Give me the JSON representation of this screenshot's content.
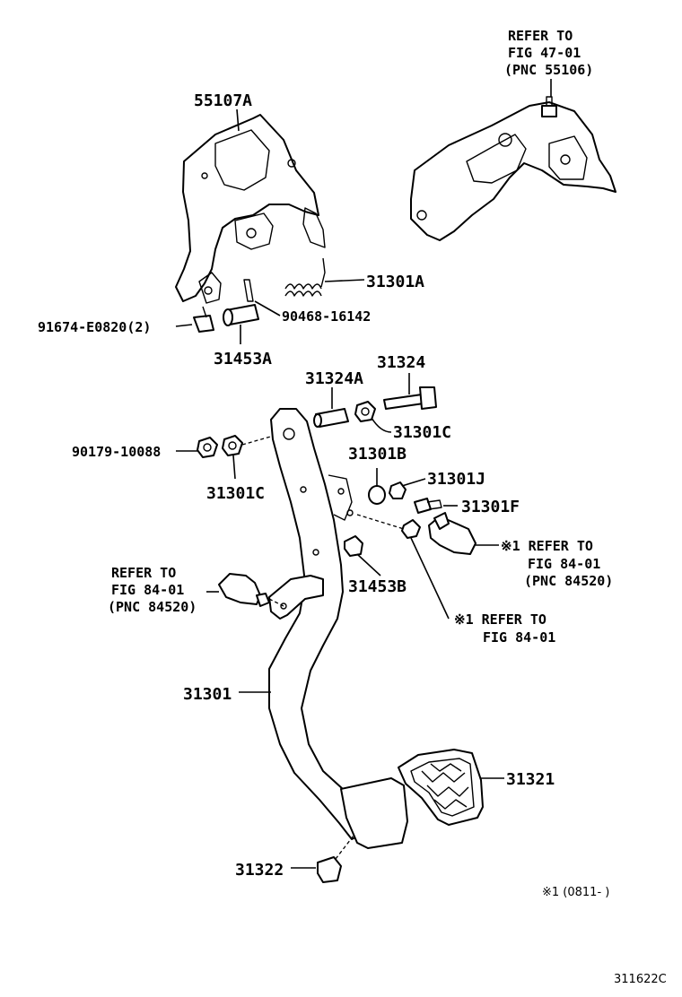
{
  "labels": {
    "p55107A": "55107A",
    "refer_top_1": "REFER TO",
    "refer_top_2": "FIG 47-01",
    "refer_top_3": "(PNC 55106)",
    "p31301A": "31301A",
    "p91674": "91674-E0820(2)",
    "p90468": "90468-16142",
    "p31453A": "31453A",
    "p31324A": "31324A",
    "p31324": "31324",
    "p31301C_top": "31301C",
    "p90179": "90179-10088",
    "p31301B": "31301B",
    "p31301C_left": "31301C",
    "p31301J": "31301J",
    "p31301F": "31301F",
    "refer_r1_1": "※1 REFER TO",
    "refer_r1_2": "FIG 84-01",
    "refer_r1_3": "(PNC 84520)",
    "refer_l_1": "REFER TO",
    "refer_l_2": "FIG 84-01",
    "refer_l_3": "(PNC 84520)",
    "p31453B": "31453B",
    "refer_r2_1": "※1 REFER TO",
    "refer_r2_2": "FIG 84-01",
    "p31301": "31301",
    "p31321": "31321",
    "p31322": "31322",
    "footnote": "※1 (0811-      )",
    "fig_code": "311622C"
  }
}
